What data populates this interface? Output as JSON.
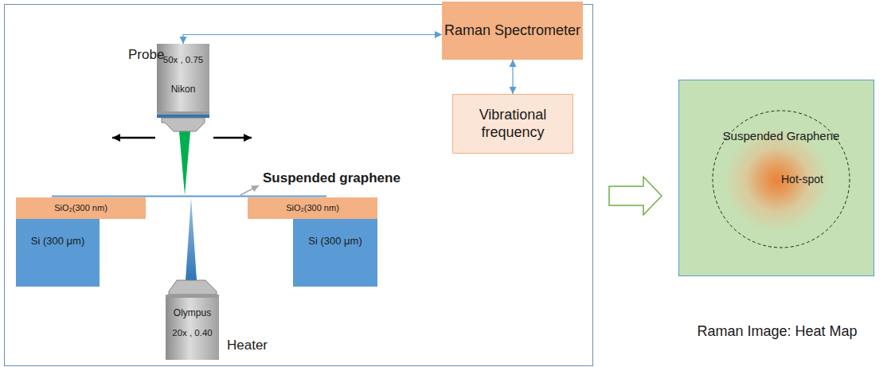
{
  "diagram": {
    "nodes": [
      {
        "text": [
          "Probe",
          "50x , 0.75",
          "Nikon"
        ]
      },
      {
        "text": [
          "Raman Spectrometer"
        ]
      },
      {
        "text": [
          "Vibrational frequency"
        ]
      },
      {
        "text": [
          "SiO₂(300 nm)"
        ]
      },
      {
        "text": [
          "SiO₂(300 nm)"
        ]
      },
      {
        "text": [
          "Si (300 μm)"
        ]
      },
      {
        "text": [
          "Si (300 μm)"
        ]
      },
      {
        "text": [
          "Olympus",
          "20x , 0.40",
          "Heater"
        ]
      },
      {
        "text": [
          "Raman Image: Heat Map"
        ]
      },
      {
        "text": [
          "Suspended Graphene"
        ],
        "in": 8
      },
      {
        "text": [
          "Hot-spot"
        ],
        "in": 9
      }
    ],
    "edges": [
      {
        "from": 0,
        "to": 1,
        "arrow": "both"
      },
      {
        "from": 1,
        "to": 2,
        "arrow": "both"
      }
    ],
    "labels": [
      "Suspended graphene"
    ]
  }
}
